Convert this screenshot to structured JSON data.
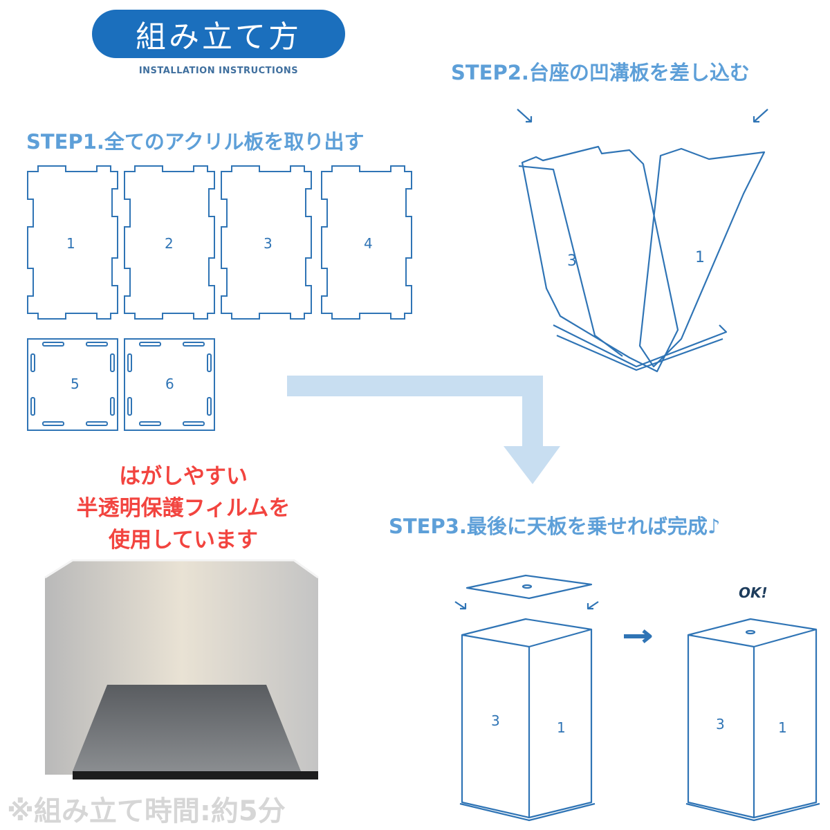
{
  "header": {
    "title": "組み立て方",
    "subtitle": "INSTALLATION INSTRUCTIONS"
  },
  "step1": {
    "label": "STEP1.全てのアクリル板を取り出す",
    "panels": [
      "1",
      "2",
      "3",
      "4"
    ],
    "squares": [
      "5",
      "6"
    ]
  },
  "step2": {
    "label": "STEP2.台座の凹溝板を差し込む",
    "panel_labels": [
      "3",
      "1"
    ]
  },
  "step3": {
    "label": "STEP3.最後に天板を乗せれば完成♪",
    "box_labels": [
      "3",
      "1"
    ],
    "ok": "OK!"
  },
  "promo": {
    "lines": [
      "はがしやすい",
      "半透明保護フィルムを",
      "使用しています"
    ]
  },
  "note": "※組み立て時間:約5分",
  "colors": {
    "header": "#1b6fbd",
    "step": "#5d9fd8",
    "line": "#2f74b5",
    "arrow": "#c8def1",
    "red": "#f2443f"
  }
}
